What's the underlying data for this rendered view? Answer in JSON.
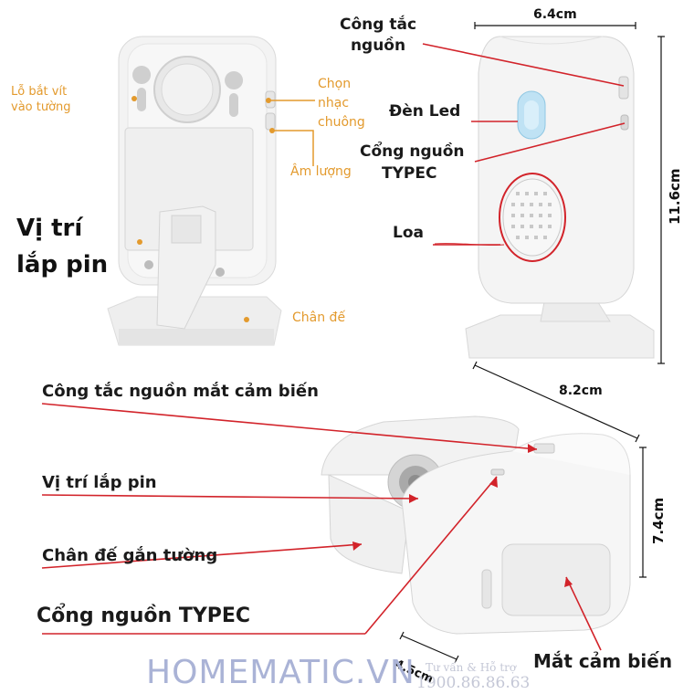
{
  "back_view": {
    "label_wall_screw": [
      "Lỗ bắt vít",
      "vào tường"
    ],
    "label_ringtone": [
      "Chọn",
      "nhạc",
      "chuông"
    ],
    "label_volume": "Âm lượng",
    "label_battery": [
      "Vị trí",
      "lắp pin"
    ],
    "label_base": "Chân đế"
  },
  "front_view": {
    "label_power_switch": [
      "Công tắc",
      "nguồn"
    ],
    "label_led": "Đèn Led",
    "label_typec": [
      "Cổng nguồn",
      "TYPEC"
    ],
    "label_speaker": "Loa",
    "width": "6.4cm",
    "height": "11.6cm"
  },
  "sensor_view": {
    "label_sensor_switch": "Công tắc nguồn mắt cảm biến",
    "label_battery": "Vị trí lắp pin",
    "label_wall_base": "Chân đế gắn tường",
    "label_typec": "Cổng nguồn TYPEC",
    "label_sensor_eye": "Mắt cảm biến",
    "width": "8.2cm",
    "height": "7.4cm",
    "depth": "4.5cm"
  },
  "brand": {
    "logo_text": "HOMEMATIC.VN",
    "support_text": "Tư vấn & Hỗ trợ",
    "phone": "1900.86.86.63"
  },
  "colors": {
    "accent_orange": "#e39a2d",
    "line_red": "#d2232a",
    "logo_blue": "#aab3d6"
  }
}
